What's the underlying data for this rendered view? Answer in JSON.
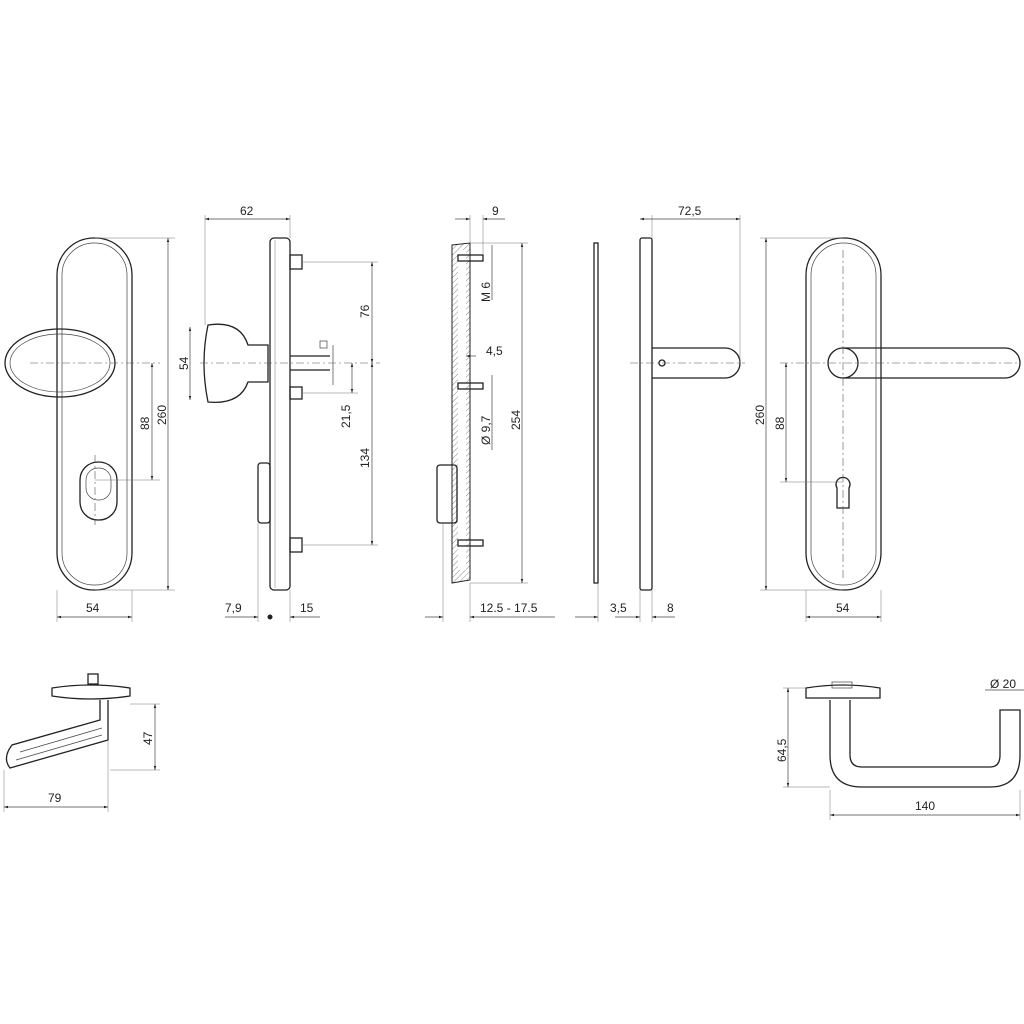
{
  "front_knob": {
    "width": "54",
    "knob_to_cylinder": "88",
    "height": "260"
  },
  "side_knob": {
    "projection": "62",
    "knob_dia": "54",
    "top_screw": "76",
    "spindle_offset": "21,5",
    "screw_distance": "134",
    "cylinder_offset": "7,9",
    "plate_thickness": "15"
  },
  "section": {
    "screw_offset": "9",
    "thread": "M 6",
    "spindle_offset": "4,5",
    "boss_dia": "Ø 9,7",
    "screw_span": "254",
    "door_thickness": "12.5 - 17.5"
  },
  "side_lever": {
    "plate_gap": "3,5",
    "plate_thickness": "8",
    "projection": "72,5"
  },
  "front_lever": {
    "height": "260",
    "lever_to_cylinder": "88",
    "width": "54"
  },
  "knob_top_view": {
    "height": "47",
    "width": "79"
  },
  "lever_top_view": {
    "rose_height": "64,5",
    "lever_dia": "Ø 20",
    "lever_length": "140"
  }
}
